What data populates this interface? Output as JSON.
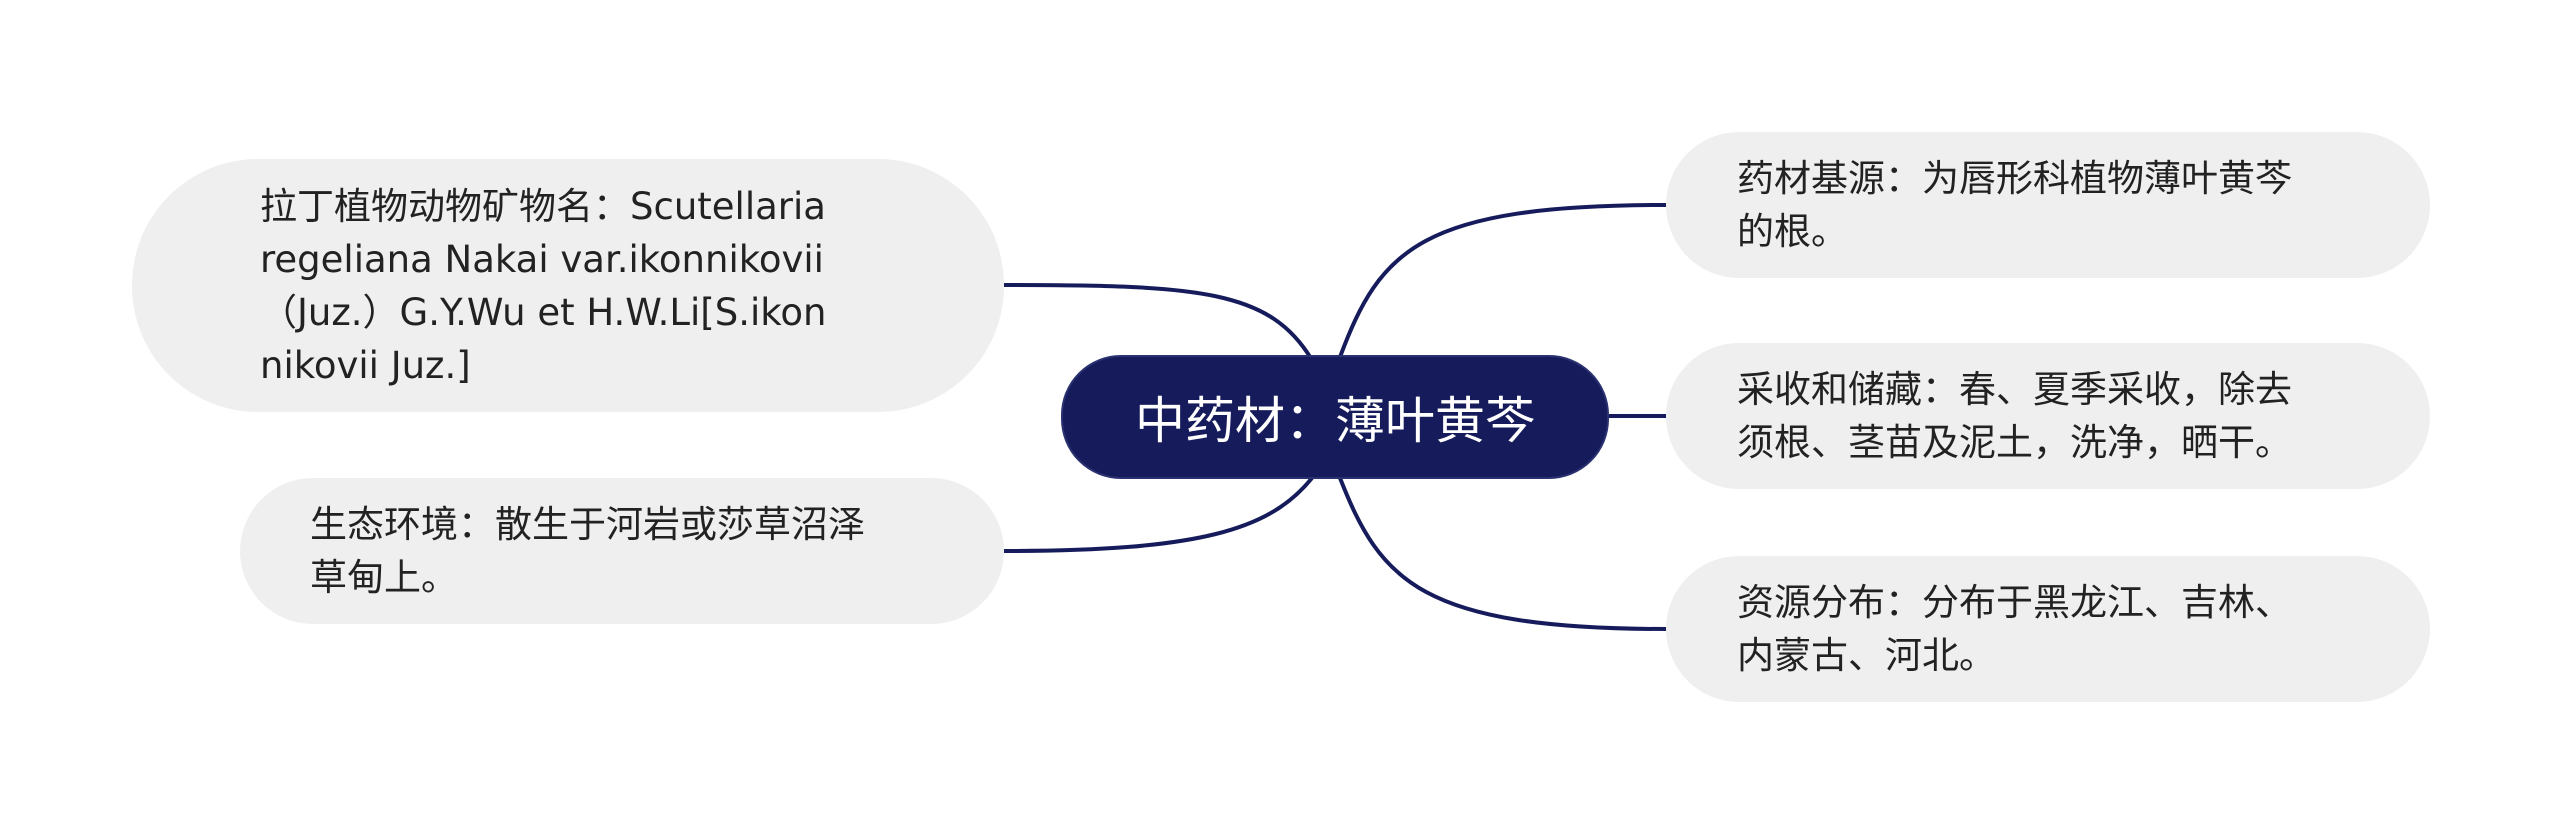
{
  "mindmap": {
    "root": "中药材：薄叶黄芩",
    "colors": {
      "root_fill": "#161c5b",
      "branch_fill": "#efefef",
      "connector": "#161c5b",
      "text": "#222222"
    },
    "left": [
      {
        "lines": [
          "拉丁植物动物矿物名：Scutellaria",
          "regeliana Nakai var.ikonnikovii",
          "（Juz.）G.Y.Wu et H.W.Li[S.ikon",
          "nikovii Juz.]"
        ]
      },
      {
        "lines": [
          "生态环境：散生于河岩或莎草沼泽",
          "草甸上。"
        ]
      }
    ],
    "right": [
      {
        "lines": [
          "药材基源：为唇形科植物薄叶黄芩",
          "的根。"
        ]
      },
      {
        "lines": [
          "采收和储藏：春、夏季采收，除去",
          "须根、茎苗及泥土，洗净，晒干。"
        ]
      },
      {
        "lines": [
          "资源分布：分布于黑龙江、吉林、",
          "内蒙古、河北。"
        ]
      }
    ]
  }
}
